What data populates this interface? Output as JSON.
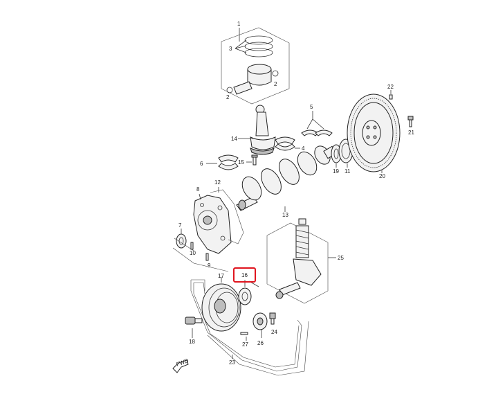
{
  "diagram": {
    "highlight_color": "#e0141e",
    "fwd_label": "FWD",
    "callouts": {
      "c1": "1",
      "c2a": "2",
      "c2b": "2",
      "c3": "3",
      "c4": "4",
      "c5": "5",
      "c6": "6",
      "c7": "7",
      "c8": "8",
      "c9": "9",
      "c10": "10",
      "c11": "11",
      "c12": "12",
      "c13": "13",
      "c14": "14",
      "c15": "15",
      "c16": "16",
      "c17": "17",
      "c18": "18",
      "c19": "19",
      "c20": "20",
      "c21": "21",
      "c22": "22",
      "c23": "23",
      "c24": "24",
      "c25": "25",
      "c26": "26",
      "c27": "27"
    }
  }
}
